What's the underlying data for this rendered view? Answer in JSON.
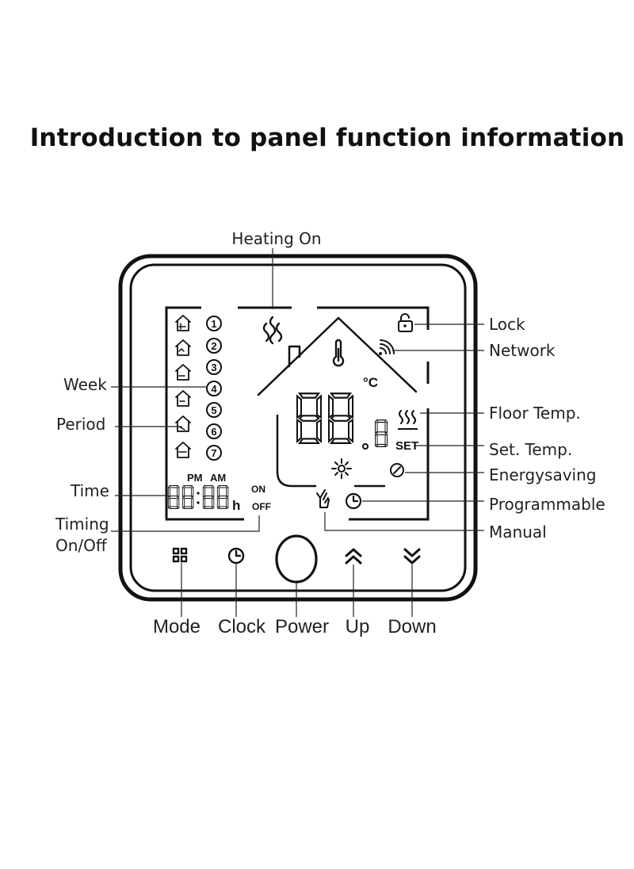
{
  "title": "Introduction to panel function information",
  "callouts": {
    "heating_on": "Heating On",
    "lock": "Lock",
    "network": "Network",
    "week": "Week",
    "period": "Period",
    "floor_temp": "Floor Temp.",
    "set_temp": "Set. Temp.",
    "energysaving": "Energysaving",
    "time": "Time",
    "programmable": "Programmable",
    "timing_line1": "Timing",
    "timing_line2": "On/Off",
    "manual": "Manual"
  },
  "buttons": {
    "mode": "Mode",
    "clock": "Clock",
    "power": "Power",
    "up": "Up",
    "down": "Down"
  },
  "display": {
    "day_numbers": [
      "1",
      "2",
      "3",
      "4",
      "5",
      "6",
      "7"
    ],
    "pm": "PM",
    "am": "AM",
    "on": "ON",
    "off": "OFF",
    "hour_unit": "h",
    "set": "SET",
    "celsius": "°C"
  },
  "icons": {
    "heating": "heating-waves-icon",
    "lock": "padlock-icon",
    "network": "wifi-signal-icon",
    "floor": "floor-heat-icon",
    "energysaving": "leaf-icon",
    "programmable": "clock-icon",
    "manual": "hand-icon",
    "mode": "grid-icon",
    "up": "double-chevron-up-icon",
    "down": "double-chevron-down-icon"
  }
}
